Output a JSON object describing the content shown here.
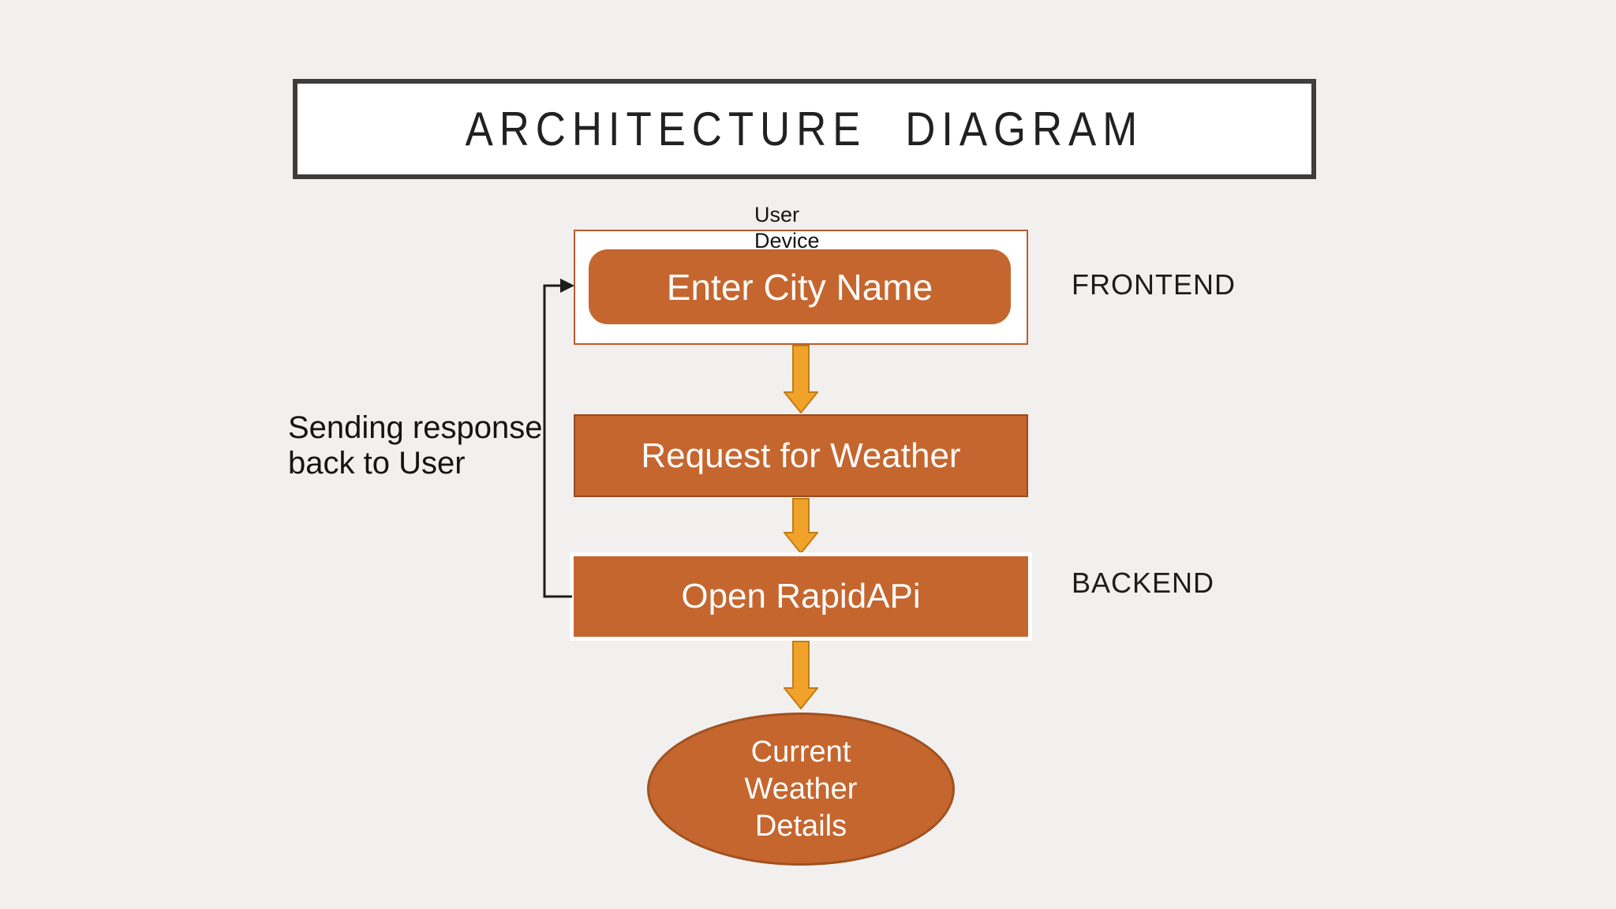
{
  "title": {
    "text": "ARCHITECTURE DIAGRAM"
  },
  "section_labels": {
    "frontend": "FRONTEND",
    "backend": "BACKEND"
  },
  "annotations": {
    "user_device_line1": "User",
    "user_device_line2": "Device",
    "response_line1": "Sending response",
    "response_line2": "back to User"
  },
  "nodes": {
    "enter_city": {
      "label": "Enter City Name"
    },
    "request_weather": {
      "label": "Request for Weather"
    },
    "open_rapidapi": {
      "label": "Open RapidAPi"
    },
    "weather_details": {
      "line1": "Current",
      "line2": "Weather",
      "line3": "Details"
    }
  },
  "colors": {
    "background": "#F1F0EF",
    "node_fill": "#C5662F",
    "node_border_dark": "#9A4A1C",
    "container_border": "#C05A28",
    "ellipse_border": "#A0511F",
    "arrow_fill": "#F0A22B",
    "arrow_stroke": "#C17D15",
    "title_border": "#3D3D3D",
    "feedback_line": "#1C1C1C",
    "text_dark": "#141414",
    "text_light": "#FEFCFA"
  }
}
